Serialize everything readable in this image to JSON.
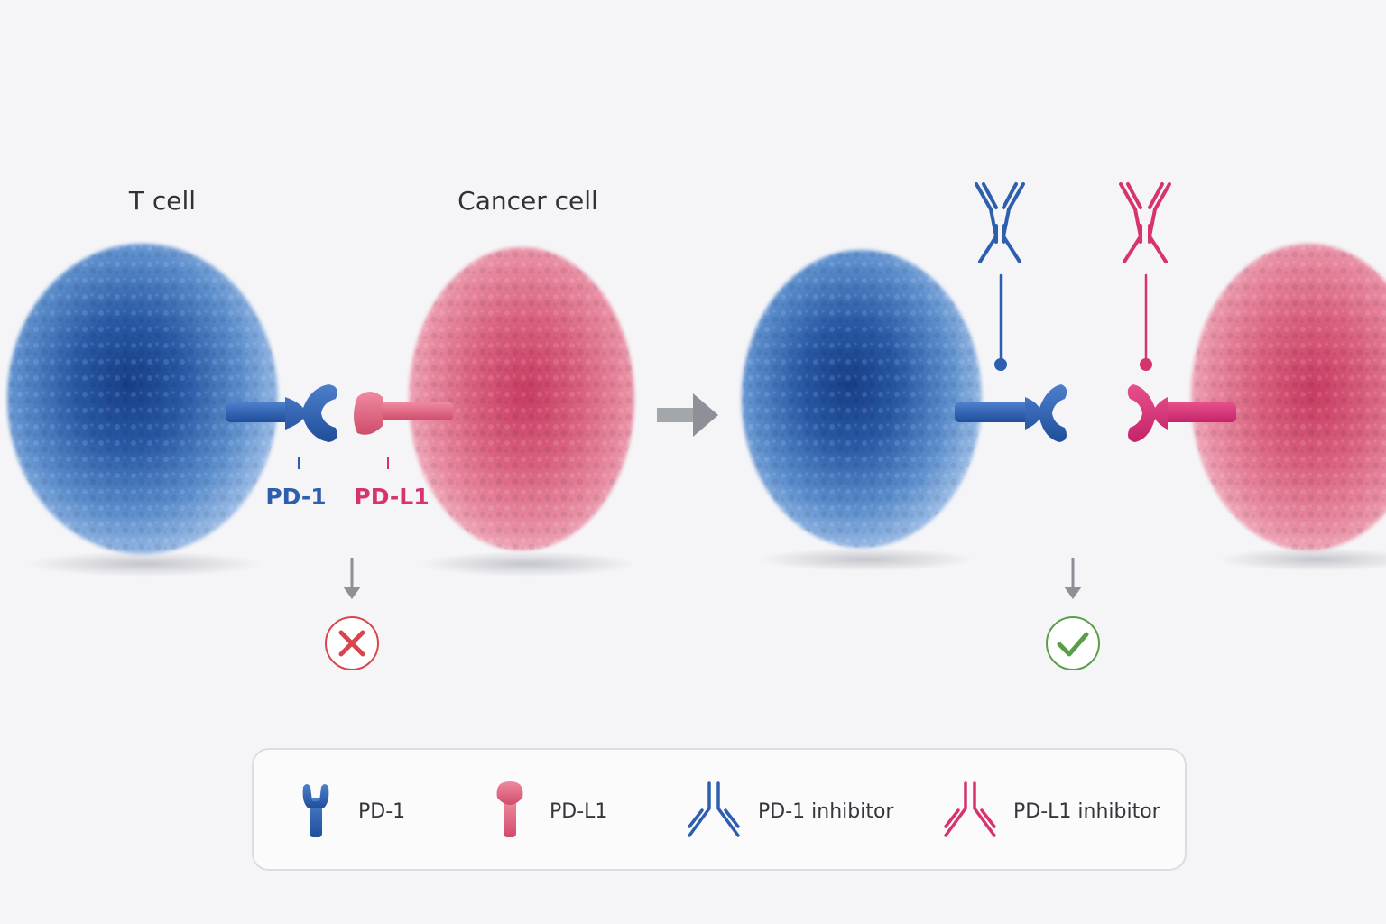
{
  "left_panel": {
    "t_cell_title": "T cell",
    "cancer_cell_title": "Cancer cell",
    "pd1_label": "PD-1",
    "pdl1_label": "PD-L1"
  },
  "legend": {
    "items": [
      {
        "label": "PD-1",
        "icon": "pd1-receptor-icon"
      },
      {
        "label": "PD-L1",
        "icon": "pdl1-ligand-icon"
      },
      {
        "label": "PD-1 inhibitor",
        "icon": "antibody-icon"
      },
      {
        "label": "PD-L1 inhibitor",
        "icon": "antibody-icon"
      }
    ]
  },
  "colors": {
    "pd1_blue": "#2d5fae",
    "pdl1_pink": "#d6336f",
    "cancer_pink": "#e06c88",
    "cross_red": "#d9454c",
    "check_green": "#5a9e4a",
    "arrow_gray": "#8d9096"
  }
}
